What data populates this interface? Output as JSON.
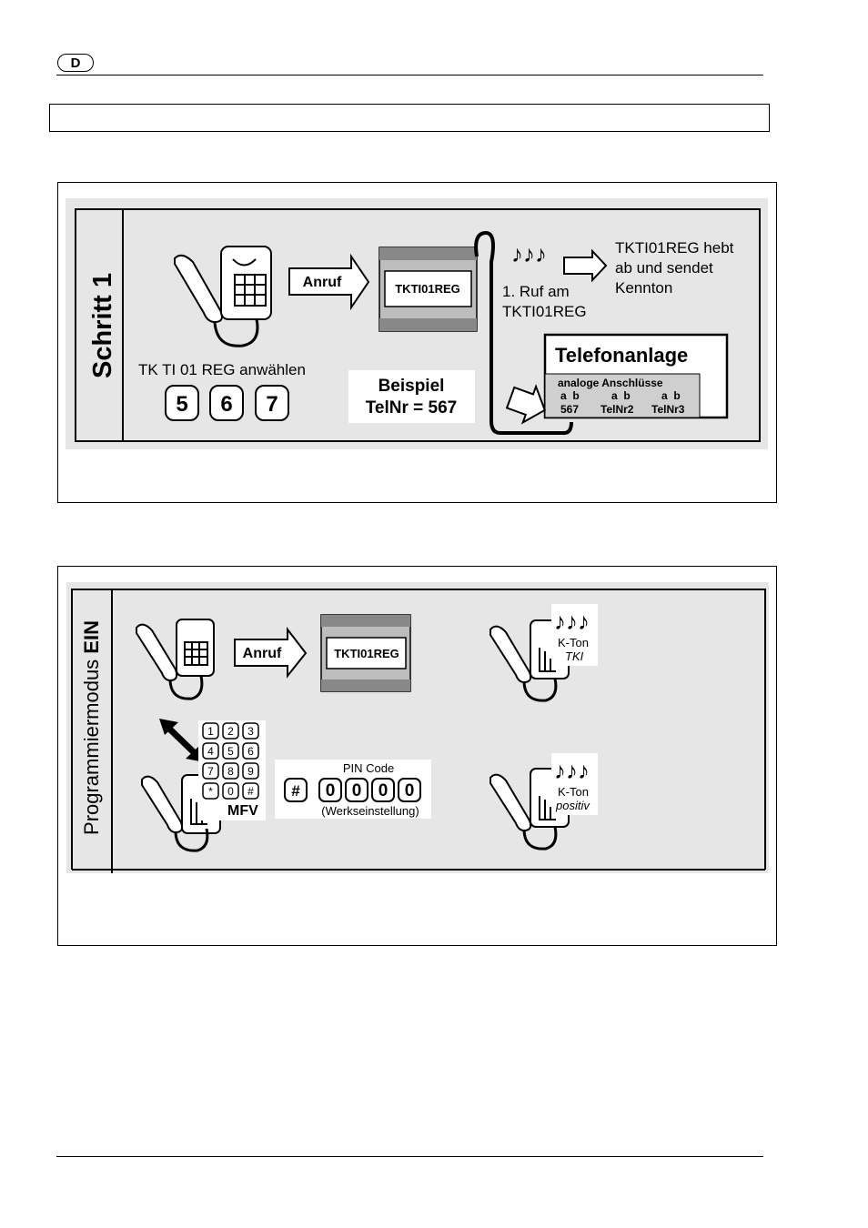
{
  "header": {
    "language_badge": "D"
  },
  "figure1": {
    "vertical_label": "Schritt 1",
    "dial_instruction": "TK TI 01 REG anwählen",
    "keys": [
      "5",
      "6",
      "7"
    ],
    "arrow_label": "Anruf",
    "device_label": "TKTI01REG",
    "example_line1": "Beispiel",
    "example_line2": "TelNr = 567",
    "ring_line1": "1. Ruf am",
    "ring_line2": "TKTI01REG",
    "result_line1": "TKTI01REG hebt",
    "result_line2": "ab und sendet",
    "result_line3": "Kennton",
    "pbx_title": "Telefonanlage",
    "pbx_subtitle": "analoge Anschlüsse",
    "ports": [
      {
        "ab": "a  b",
        "number": "567"
      },
      {
        "ab": "a  b",
        "number": "TelNr2"
      },
      {
        "ab": "a  b",
        "number": "TelNr3"
      }
    ]
  },
  "figure2": {
    "vertical_label_prefix": "Programmiermodus ",
    "vertical_label_bold": "EIN",
    "arrow_label": "Anruf",
    "device_label": "TKTI01REG",
    "tone1_line1": "K-Ton",
    "tone1_line2": "TKI",
    "keypad_keys": [
      "1",
      "2",
      "3",
      "4",
      "5",
      "6",
      "7",
      "8",
      "9",
      "*",
      "0",
      "#"
    ],
    "keypad_label": "MFV",
    "pin_title": "PIN Code",
    "pin_hash": "#",
    "pin_digits": [
      "0",
      "0",
      "0",
      "0"
    ],
    "pin_note": "(Werkseinstellung)",
    "tone2_line1": "K-Ton",
    "tone2_line2": "positiv"
  }
}
